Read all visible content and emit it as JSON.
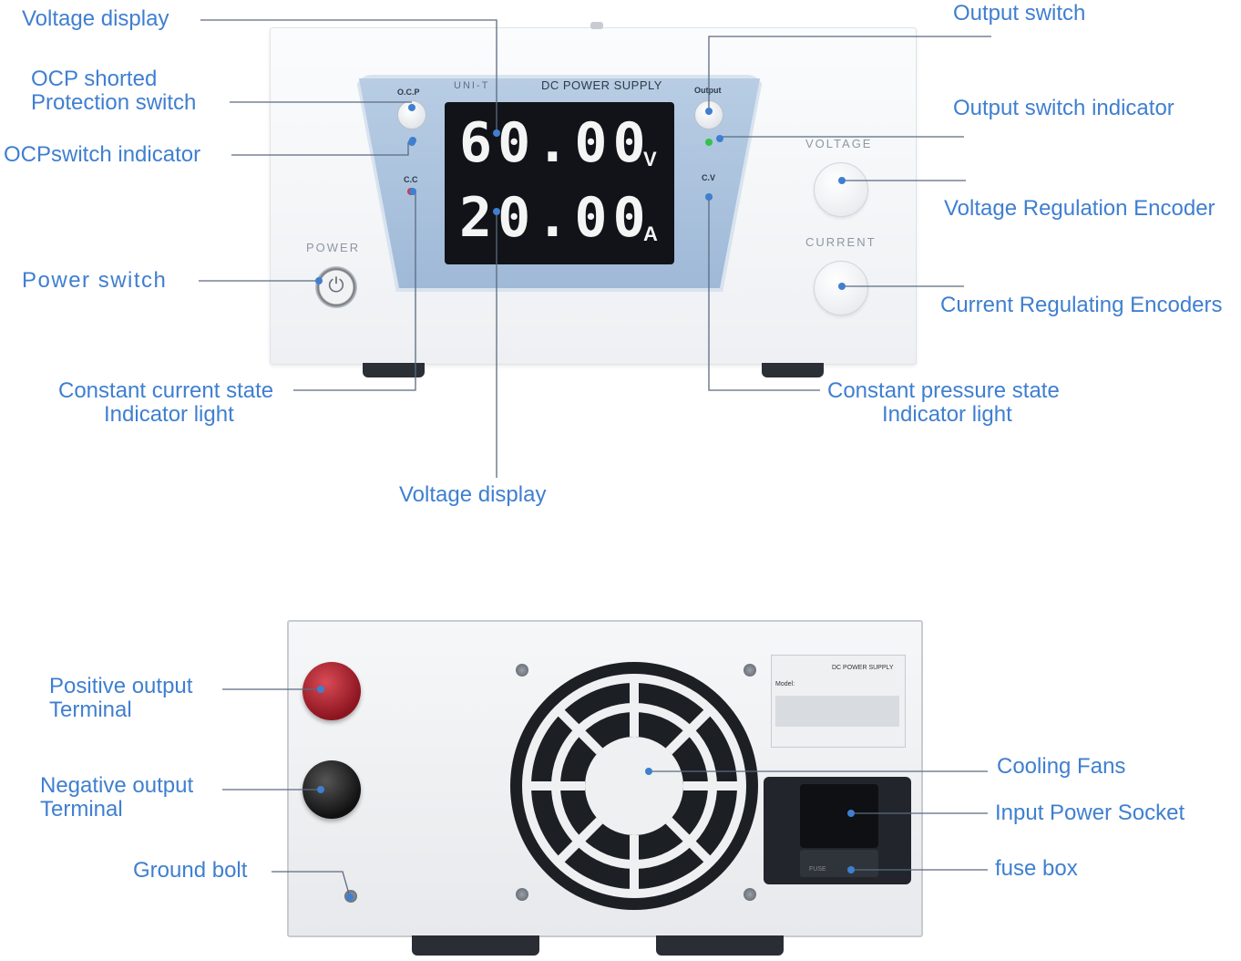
{
  "front_panel": {
    "brand_text": "UNI-T",
    "device_title": "DC POWER SUPPLY",
    "ocp_button_label": "O.C.P",
    "output_button_label": "Output",
    "cc_led_label": "C.C",
    "cv_led_label": "C.V",
    "power_label": "POWER",
    "power_symbol": "⏻",
    "voltage_knob_label": "VOLTAGE",
    "current_knob_label": "CURRENT",
    "display": {
      "voltage_reading": "60.00",
      "voltage_unit": "V",
      "current_reading": "20.00",
      "current_unit": "A"
    }
  },
  "rear_panel": {
    "label_plate_title": "DC POWER SUPPLY",
    "label_plate_model": "Model:",
    "fuse_box_text": "FUSE"
  },
  "callouts": {
    "voltage_display_top": "Voltage display",
    "ocp_switch_line1": "OCP shorted",
    "ocp_switch_line2": "Protection switch",
    "ocp_indicator": "OCPswitch indicator",
    "power_switch": "Power switch",
    "cc_state_line1": "Constant current state",
    "cc_state_line2": "Indicator light",
    "voltage_display_bottom": "Voltage display",
    "output_switch": "Output switch",
    "output_indicator": "Output switch indicator",
    "voltage_encoder": "Voltage Regulation Encoder",
    "current_encoder": "Current Regulating Encoders",
    "cv_state_line1": "Constant pressure state",
    "cv_state_line2": "Indicator light",
    "positive_terminal_line1": "Positive output",
    "positive_terminal_line2": "Terminal",
    "negative_terminal_line1": "Negative output",
    "negative_terminal_line2": "Terminal",
    "ground_bolt": "Ground bolt",
    "cooling_fans": "Cooling Fans",
    "input_socket": "Input Power Socket",
    "fuse_box": "fuse box"
  },
  "colors": {
    "callout_text": "#3f7fd0",
    "led_red": "#e0323a",
    "led_green": "#35c24a",
    "led_blue": "#3f7fd0"
  }
}
